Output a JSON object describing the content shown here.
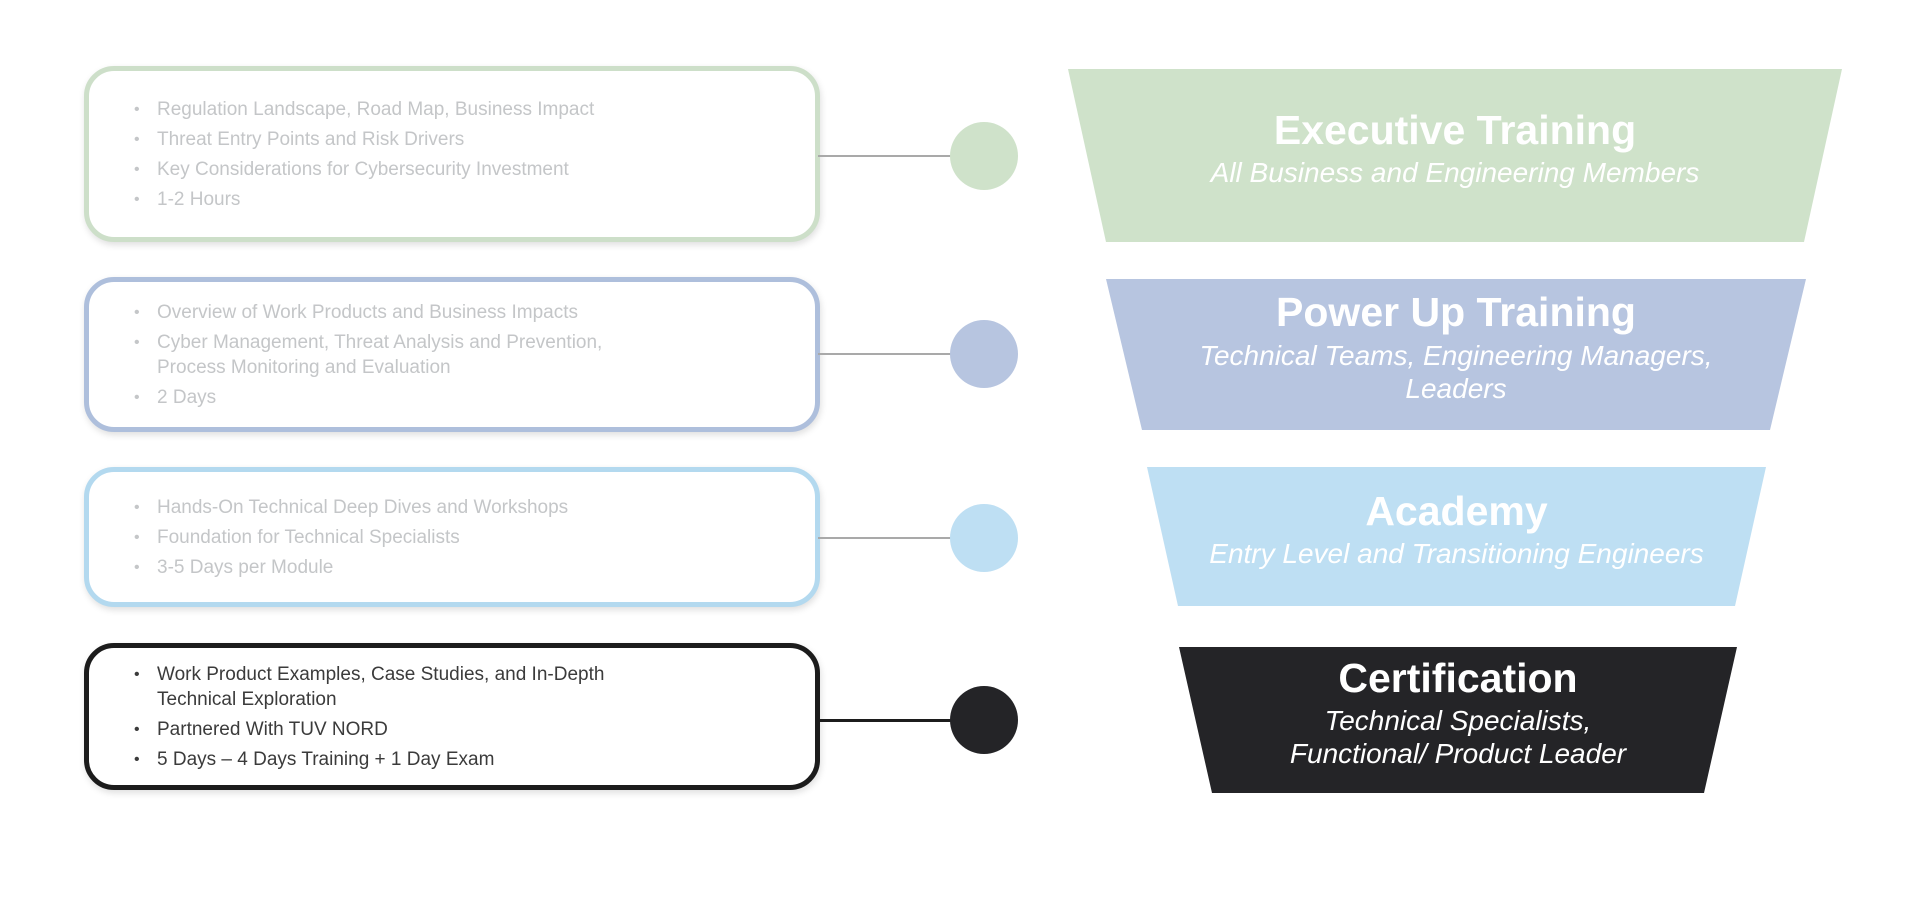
{
  "colors": {
    "executive_green": "#cfe2ca",
    "power_up_periwinkle": "#b7c5e0",
    "academy_light_blue": "#bedff3",
    "certification_black": "#242427",
    "muted_bullet_gray": "#c4c6c8",
    "certification_text_dark": "#3b3b3b",
    "connector_gray": "#a9a9a9",
    "background": "#ffffff"
  },
  "rows": [
    {
      "name": "executive-training",
      "title": "Executive Training",
      "subtitle": "All Business and Engineering Members",
      "bullets": [
        "Regulation Landscape, Road Map, Business Impact",
        "Threat Entry Points and Risk Drivers",
        "Key Considerations for Cybersecurity Investment",
        "1-2 Hours"
      ]
    },
    {
      "name": "power-up-training",
      "title": "Power Up Training",
      "subtitle": "Technical Teams, Engineering Managers,\nLeaders",
      "bullets": [
        "Overview of Work Products and Business Impacts",
        "Cyber Management, Threat Analysis and Prevention,\nProcess Monitoring and Evaluation",
        "2 Days"
      ]
    },
    {
      "name": "academy",
      "title": "Academy",
      "subtitle": "Entry Level and Transitioning Engineers",
      "bullets": [
        "Hands-On Technical Deep Dives and Workshops",
        "Foundation for Technical Specialists",
        "3-5 Days per Module"
      ]
    },
    {
      "name": "certification",
      "title": "Certification",
      "subtitle": "Technical Specialists,\nFunctional/ Product Leader",
      "bullets": [
        "Work Product Examples, Case Studies, and In-Depth\nTechnical Exploration",
        "Partnered With TUV NORD",
        "5 Days – 4 Days Training + 1 Day Exam"
      ]
    }
  ]
}
